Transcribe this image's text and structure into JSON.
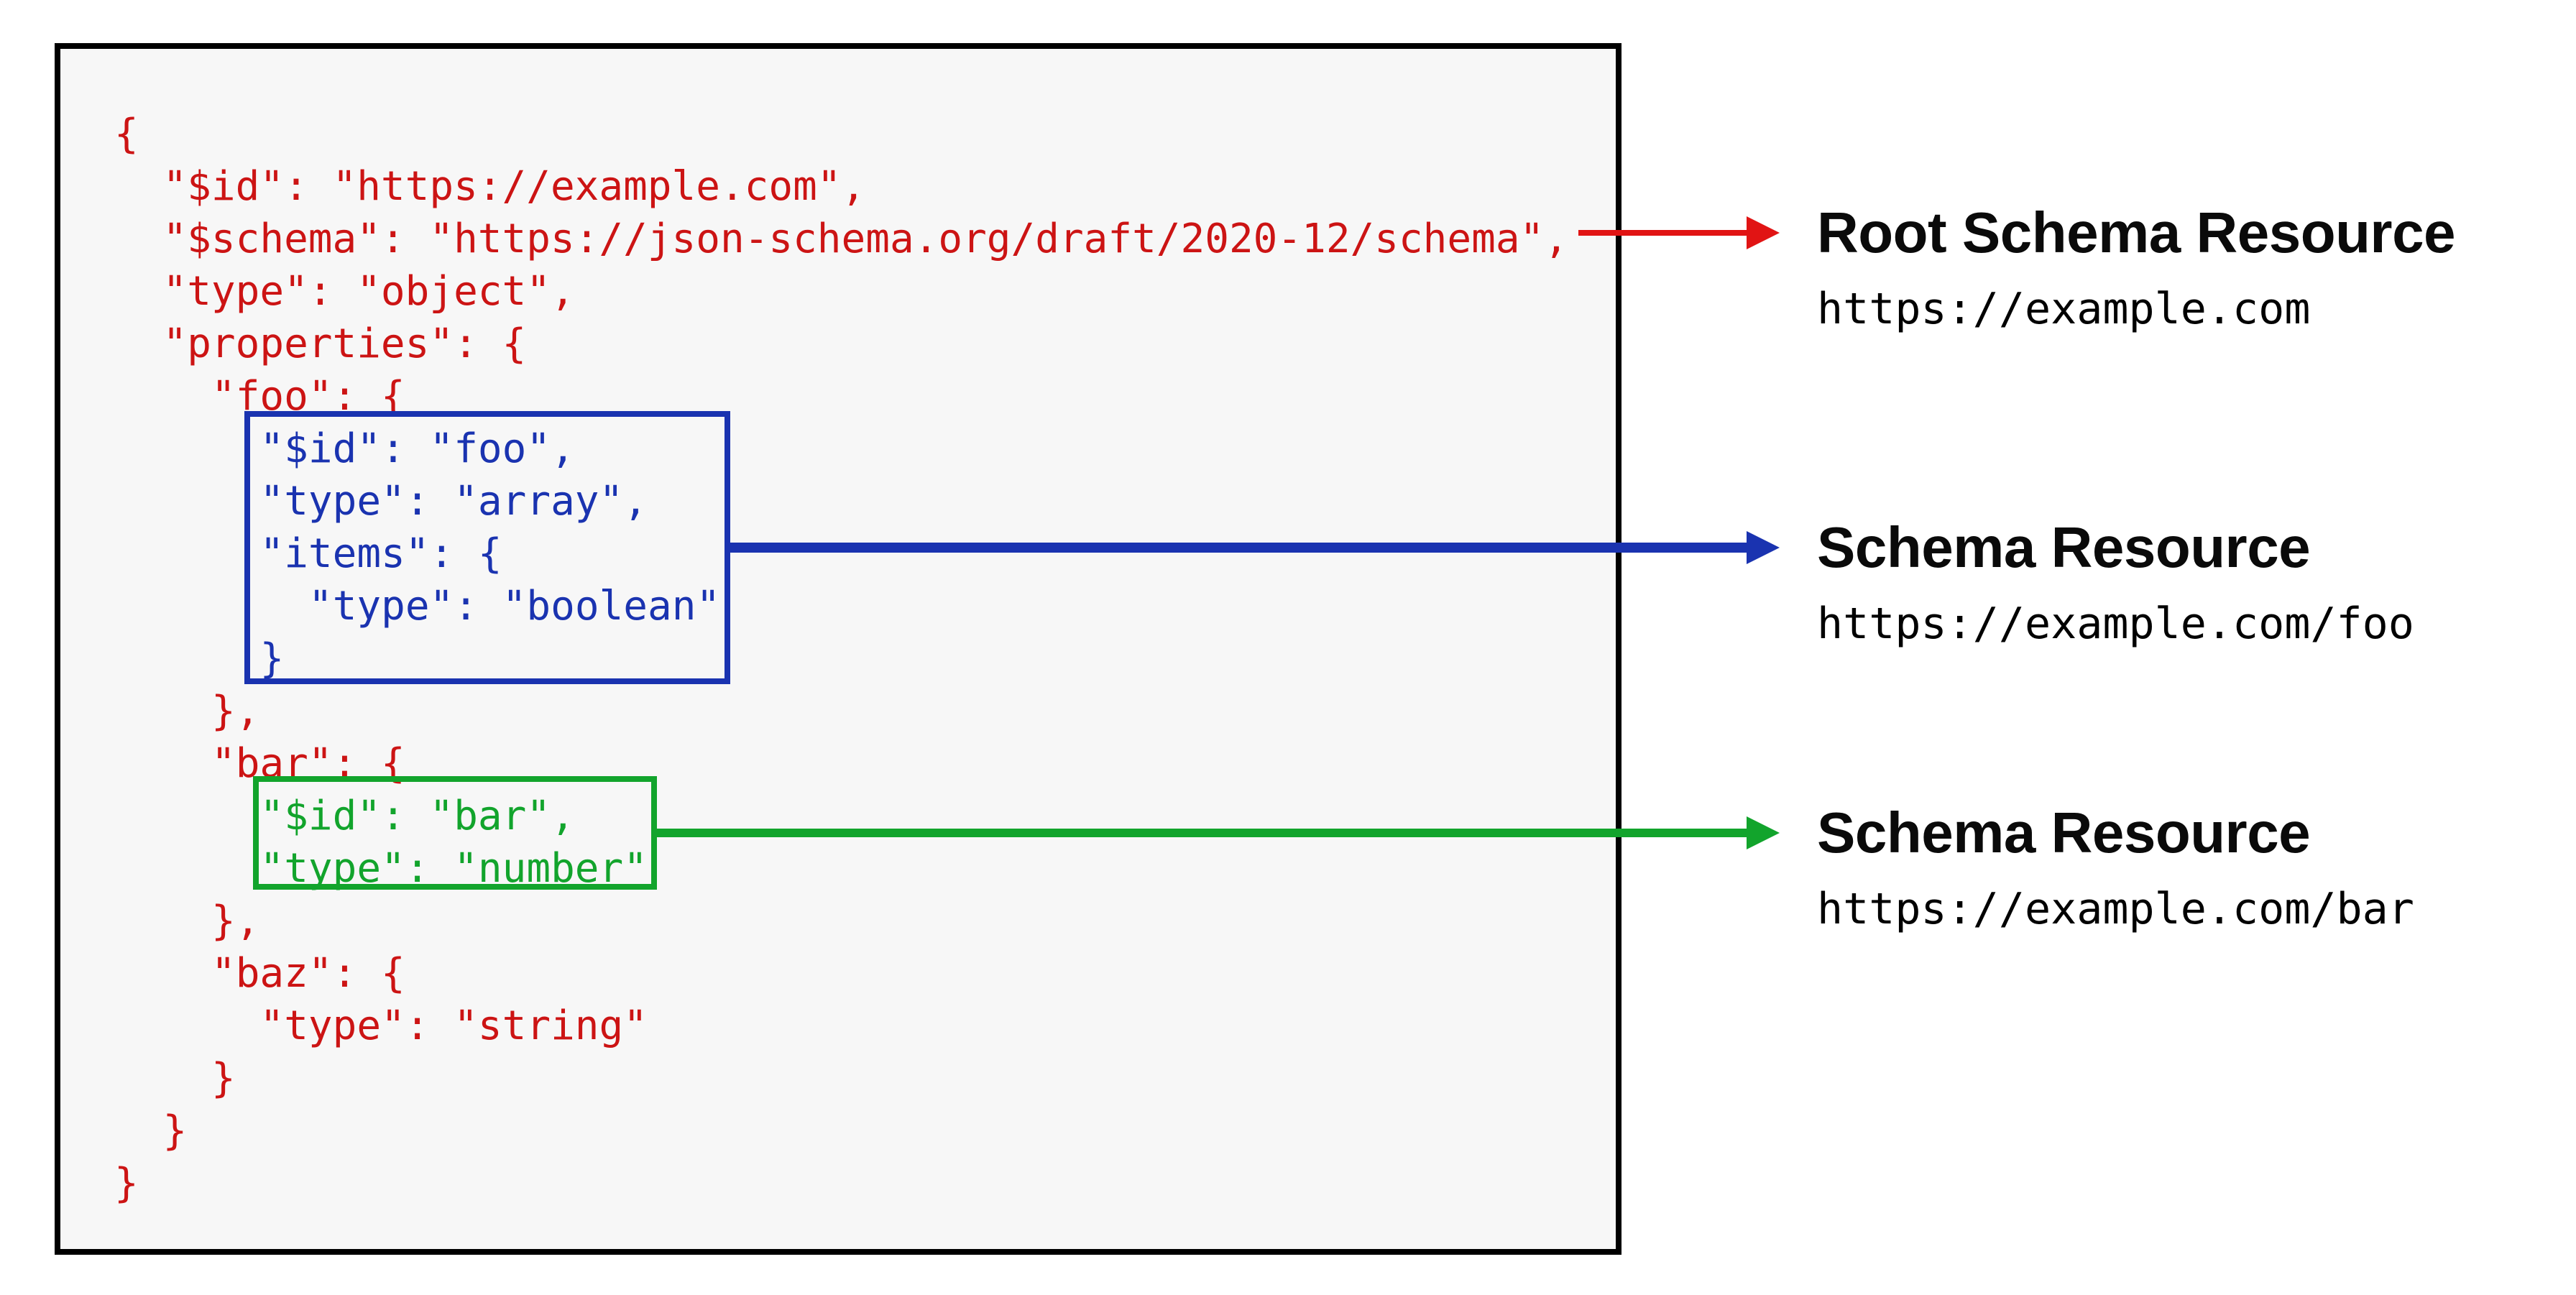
{
  "colors": {
    "code_red": "#cc1414",
    "red_arrow": "#e11414",
    "blue": "#1a33b0",
    "green": "#12a42c",
    "panel_bg": "#f7f7f7",
    "panel_border": "#000000",
    "heading": "#0a0a0a",
    "url": "#000000"
  },
  "code": {
    "lines": [
      {
        "text": "{",
        "indent": 0,
        "tone": "red"
      },
      {
        "text": "\"$id\": \"https://example.com\",",
        "indent": 1,
        "tone": "red"
      },
      {
        "text": "\"$schema\": \"https://json-schema.org/draft/2020-12/schema\",",
        "indent": 1,
        "tone": "red"
      },
      {
        "text": "\"type\": \"object\",",
        "indent": 1,
        "tone": "red"
      },
      {
        "text": "\"properties\": {",
        "indent": 1,
        "tone": "red"
      },
      {
        "text": "\"foo\": {",
        "indent": 2,
        "tone": "red"
      },
      {
        "text": "\"$id\": \"foo\",",
        "indent": 3,
        "tone": "blue"
      },
      {
        "text": "\"type\": \"array\",",
        "indent": 3,
        "tone": "blue"
      },
      {
        "text": "\"items\": {",
        "indent": 3,
        "tone": "blue"
      },
      {
        "text": "\"type\": \"boolean\"",
        "indent": 4,
        "tone": "blue"
      },
      {
        "text": "}",
        "indent": 3,
        "tone": "blue"
      },
      {
        "text": "},",
        "indent": 2,
        "tone": "red"
      },
      {
        "text": "\"bar\": {",
        "indent": 2,
        "tone": "red"
      },
      {
        "text": "\"$id\": \"bar\",",
        "indent": 3,
        "tone": "green"
      },
      {
        "text": "\"type\": \"number\"",
        "indent": 3,
        "tone": "green"
      },
      {
        "text": "},",
        "indent": 2,
        "tone": "red"
      },
      {
        "text": "\"baz\": {",
        "indent": 2,
        "tone": "red"
      },
      {
        "text": "\"type\": \"string\"",
        "indent": 3,
        "tone": "red"
      },
      {
        "text": "}",
        "indent": 2,
        "tone": "red"
      },
      {
        "text": "}",
        "indent": 1,
        "tone": "red"
      },
      {
        "text": "}",
        "indent": 0,
        "tone": "red"
      }
    ]
  },
  "labels": [
    {
      "title": "Root Schema Resource",
      "url": "https://example.com"
    },
    {
      "title": "Schema Resource",
      "url": "https://example.com/foo"
    },
    {
      "title": "Schema Resource",
      "url": "https://example.com/bar"
    }
  ]
}
